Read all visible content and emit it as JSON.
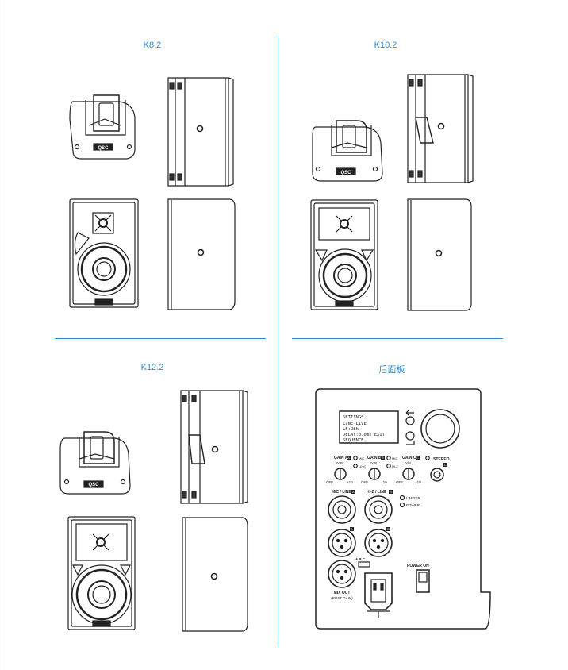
{
  "titles": {
    "k8": "K8.2",
    "k10": "K10.2",
    "k12": "K12.2",
    "rear": "后面板"
  },
  "brand_logo": "QSC",
  "rear_panel": {
    "lcd_lines": [
      "SETTINGS",
      "LINE  LIVE",
      "LF:28h",
      "DELAY:0.0ms  EXIT",
      "SEQUENCE"
    ],
    "lcd_right": "EXIT",
    "gain_labels": [
      "GAIN A",
      "GAIN B",
      "GAIN C"
    ],
    "scale_zero": "0dB",
    "scale_off": "OFF",
    "scale_max": "+10",
    "switch_a": [
      "MIC",
      "LINE"
    ],
    "switch_b": [
      "MIC",
      "HI-Z"
    ],
    "stereo_label": "STEREO",
    "input_a_label": "MIC / LINE",
    "input_b_label": "HI-Z / LINE",
    "limiter_label": "LIMITER",
    "power_led_label": "POWER",
    "abc_label": "A B C",
    "mix_out_label": "MIX OUT",
    "mix_out_sub": "(POST GAIN)",
    "power_on_label": "POWER ON",
    "badges": [
      "A",
      "B",
      "C"
    ]
  }
}
